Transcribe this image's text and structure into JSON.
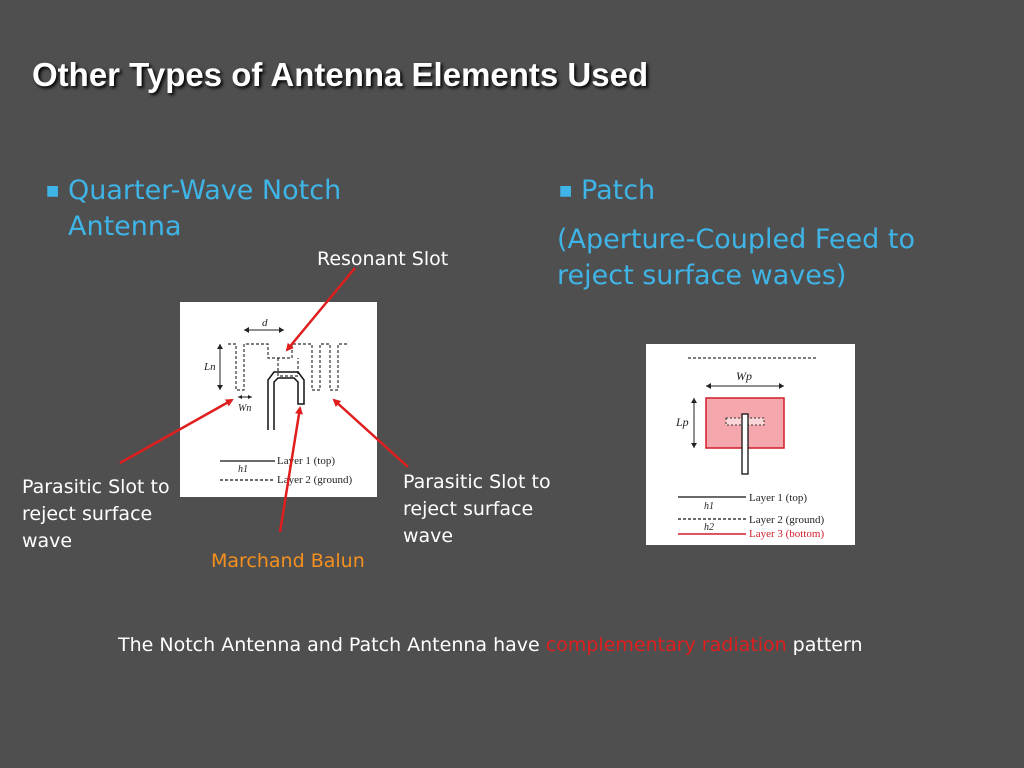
{
  "title": "Other Types of Antenna Elements Used",
  "left": {
    "bullet_line1": "Quarter-Wave Notch",
    "bullet_line2": "Antenna",
    "labels": {
      "resonant_slot": "Resonant Slot",
      "parasitic_left_1": "Parasitic Slot to",
      "parasitic_left_2": "reject surface",
      "parasitic_left_3": "wave",
      "parasitic_right_1": "Parasitic Slot to",
      "parasitic_right_2": "reject surface",
      "parasitic_right_3": "wave",
      "marchand_balun": "Marchand Balun"
    },
    "diagram": {
      "d": "d",
      "Ln": "Ln",
      "Wn": "Wn",
      "h1": "h1",
      "layer1": "Layer 1 (top)",
      "layer2": "Layer 2 (ground)"
    }
  },
  "right": {
    "bullet_line1": "Patch",
    "sub_line1": "(Aperture-Coupled Feed to",
    "sub_line2": "reject surface waves)",
    "diagram": {
      "Wp": "Wp",
      "Lp": "Lp",
      "h1": "h1",
      "h2": "h2",
      "layer1": "Layer 1 (top)",
      "layer2": "Layer 2 (ground)",
      "layer3": "Layer 3 (bottom)"
    }
  },
  "footer": {
    "before": "The Notch Antenna and Patch Antenna have ",
    "highlight": "complementary radiation",
    "after": " pattern"
  },
  "colors": {
    "background": "#4f4f4f",
    "accent_blue": "#3fb4e6",
    "arrow_red": "#e01e1e",
    "orange": "#f5901e"
  }
}
